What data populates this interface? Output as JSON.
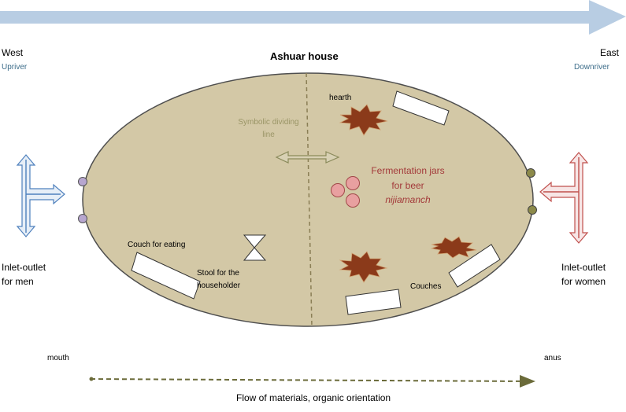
{
  "colors": {
    "top_arrow": "#b8cde3",
    "ellipse_fill": "#d3c8a6",
    "ellipse_stroke": "#4e4e4e",
    "divider": "#8a7e55",
    "double_arrow": "#8a8a5a",
    "flow_arrow": "#6b6b3a",
    "men_arrow": "#4f81bd",
    "women_arrow": "#c0504d",
    "star": "#8b3a1a",
    "jar": "#e8a0a0",
    "men_dot": "#b7a6cf",
    "women_dot": "#8c8a4a"
  },
  "labels": {
    "west": "West",
    "upriver": "Upriver",
    "east": "East",
    "downriver": "Downriver",
    "title": "Ashuar house",
    "hearth": "hearth",
    "dividing_line_1": "Symbolic dividing",
    "dividing_line_2": "line",
    "fermentation_1": "Fermentation jars",
    "fermentation_2": "for beer",
    "fermentation_3": "nijiamanch",
    "couch_eating": "Couch for eating",
    "stool_1": "Stool for the",
    "stool_2": "householder",
    "couches": "Couches",
    "inlet_men_1": "Inlet-outlet",
    "inlet_men_2": "for men",
    "inlet_women_1": "Inlet-outlet",
    "inlet_women_2": "for women",
    "mouth": "mouth",
    "anus": "anus",
    "flow": "Flow of materials, organic orientation"
  }
}
